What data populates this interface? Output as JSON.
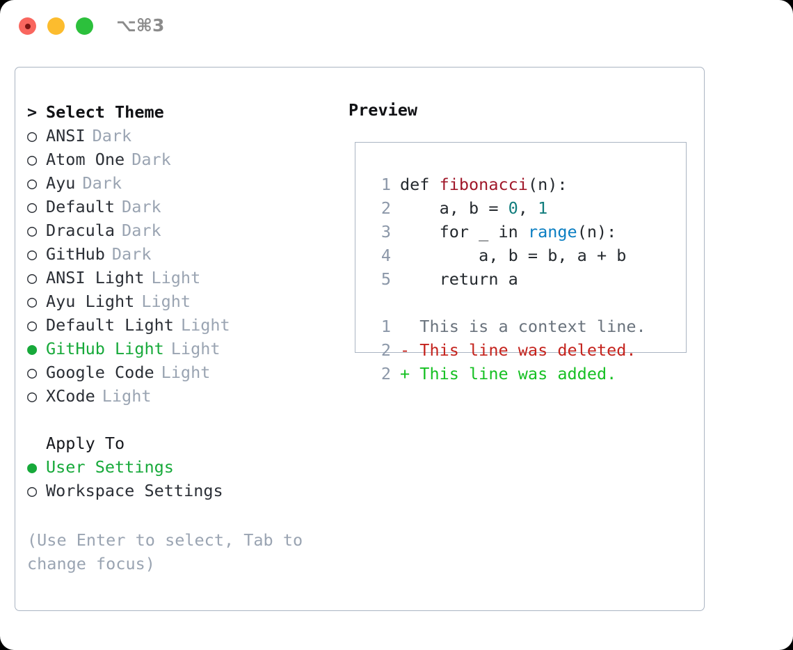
{
  "titlebar": {
    "shortcut": "⌥⌘3",
    "lights": [
      {
        "name": "close",
        "color": "#f9665e"
      },
      {
        "name": "minimize",
        "color": "#fcbc2e"
      },
      {
        "name": "maximize",
        "color": "#2cc03c"
      }
    ]
  },
  "theme_picker": {
    "heading": "Select Theme",
    "caret": ">",
    "bullet_unselected": "○",
    "bullet_selected": "●",
    "items": [
      {
        "name": "ANSI",
        "variant": "Dark",
        "selected": false
      },
      {
        "name": "Atom One",
        "variant": "Dark",
        "selected": false
      },
      {
        "name": "Ayu",
        "variant": "Dark",
        "selected": false
      },
      {
        "name": "Default",
        "variant": "Dark",
        "selected": false
      },
      {
        "name": "Dracula",
        "variant": "Dark",
        "selected": false
      },
      {
        "name": "GitHub",
        "variant": "Dark",
        "selected": false
      },
      {
        "name": "ANSI Light",
        "variant": "Light",
        "selected": false
      },
      {
        "name": "Ayu Light",
        "variant": "Light",
        "selected": false
      },
      {
        "name": "Default Light",
        "variant": "Light",
        "selected": false
      },
      {
        "name": "GitHub Light",
        "variant": "Light",
        "selected": true
      },
      {
        "name": "Google Code",
        "variant": "Light",
        "selected": false
      },
      {
        "name": "XCode",
        "variant": "Light",
        "selected": false
      }
    ]
  },
  "apply_to": {
    "heading": "Apply To",
    "options": [
      {
        "label": "User Settings",
        "selected": true
      },
      {
        "label": "Workspace Settings",
        "selected": false
      }
    ]
  },
  "hint": "(Use Enter to select, Tab to change focus)",
  "preview": {
    "title": "Preview",
    "code_lines": [
      {
        "no": "1",
        "tokens": [
          {
            "t": "def ",
            "k": "plain"
          },
          {
            "t": "fibonacci",
            "k": "fn"
          },
          {
            "t": "(n):",
            "k": "plain"
          }
        ]
      },
      {
        "no": "2",
        "tokens": [
          {
            "t": "    a, b = ",
            "k": "plain"
          },
          {
            "t": "0",
            "k": "num"
          },
          {
            "t": ", ",
            "k": "plain"
          },
          {
            "t": "1",
            "k": "num"
          }
        ]
      },
      {
        "no": "3",
        "tokens": [
          {
            "t": "    for _ in ",
            "k": "plain"
          },
          {
            "t": "range",
            "k": "builtin"
          },
          {
            "t": "(n):",
            "k": "plain"
          }
        ]
      },
      {
        "no": "4",
        "tokens": [
          {
            "t": "        a, b = b, a + b",
            "k": "plain"
          }
        ]
      },
      {
        "no": "5",
        "tokens": [
          {
            "t": "    return a",
            "k": "plain"
          }
        ]
      }
    ],
    "diff_lines": [
      {
        "no": "1",
        "text": "  This is a context line.",
        "kind": "ctx"
      },
      {
        "no": "2",
        "text": "- This line was deleted.",
        "kind": "del"
      },
      {
        "no": "2",
        "text": "+ This line was added.",
        "kind": "add"
      }
    ]
  },
  "colors": {
    "selected_green": "#17a93a",
    "muted": "#9aa4b2",
    "border": "#aab4c2",
    "fn_red": "#a0182a",
    "number_teal": "#117d7d",
    "builtin_blue": "#0a7ec2",
    "diff_del": "#c4231d",
    "diff_add": "#16c023"
  }
}
